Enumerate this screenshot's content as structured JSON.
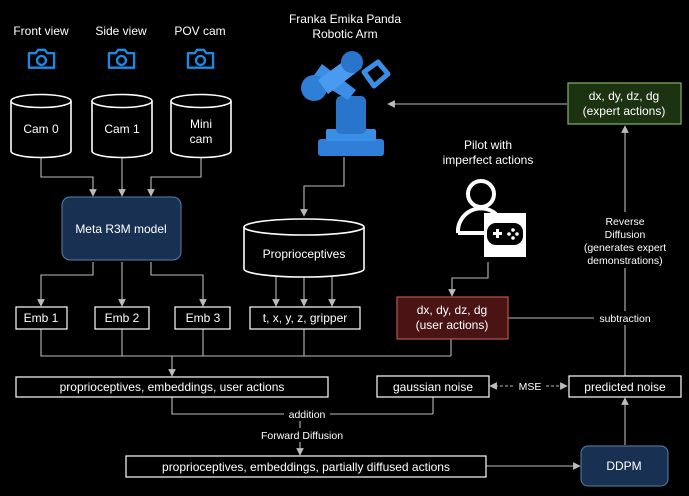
{
  "cameras": {
    "front": {
      "label": "Front view",
      "cyl": [
        "Cam 0"
      ]
    },
    "side": {
      "label": "Side view",
      "cyl": [
        "Cam 1"
      ]
    },
    "pov": {
      "label": "POV cam",
      "cyl": [
        "Mini",
        "cam"
      ]
    }
  },
  "robot": {
    "title_line1": "Franka Emika Panda",
    "title_line2": "Robotic Arm"
  },
  "model": {
    "label": "Meta R3M model"
  },
  "embeddings": [
    "Emb 1",
    "Emb 2",
    "Emb 3"
  ],
  "proprio": {
    "cyl": "Proprioceptives",
    "state": "t, x, y, z, gripper"
  },
  "pilot": {
    "line1": "Pilot with",
    "line2": "imperfect actions"
  },
  "user_actions": {
    "line1": "dx, dy, dz, dg",
    "line2": "(user actions)"
  },
  "expert_actions": {
    "line1": "dx, dy, dz, dg",
    "line2": "(expert actions)"
  },
  "reverse": {
    "lines": [
      "Reverse",
      "Diffusion",
      "(generates expert",
      "demonstrations)"
    ]
  },
  "labels": {
    "subtraction": "subtraction",
    "addition": "addition",
    "forward": "Forward Diffusion",
    "mse": "MSE"
  },
  "boxes": {
    "combined": "proprioceptives, embeddings, user actions",
    "noise": "gaussian noise",
    "predicted": "predicted noise",
    "partial": "proprioceptives, embeddings, partially diffused actions",
    "ddpm": "DDPM"
  },
  "colors": {
    "camera": "#1e88e5",
    "robot": "#2f7fd8",
    "model_fill": "#183153",
    "user_fill": "#4a1414",
    "user_stroke": "#b85450",
    "expert_fill": "#1c3312",
    "expert_stroke": "#82b366",
    "ddpm_fill": "#183153",
    "line": "#bbbbbb"
  }
}
